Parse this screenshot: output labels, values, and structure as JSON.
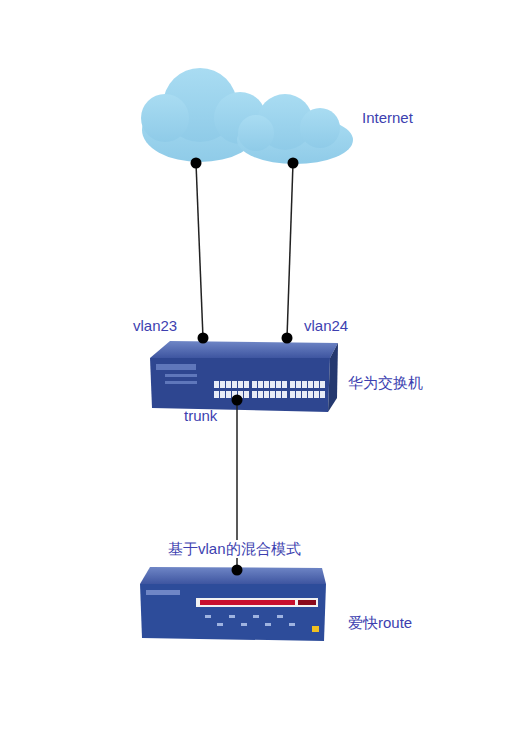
{
  "diagram": {
    "nodes": [
      {
        "text": [
          "Internet"
        ]
      },
      {
        "text": [
          "华为交换机"
        ]
      },
      {
        "text": [
          "爱快route"
        ]
      }
    ],
    "edges": [
      {
        "from": 0,
        "to": 1,
        "arrow": "none",
        "label": "vlan23"
      },
      {
        "from": 0,
        "to": 1,
        "arrow": "none",
        "label": "vlan24"
      },
      {
        "from": 1,
        "to": 2,
        "arrow": "none",
        "label": "trunk"
      }
    ],
    "labels": [
      "基于vlan的混合模式"
    ]
  }
}
